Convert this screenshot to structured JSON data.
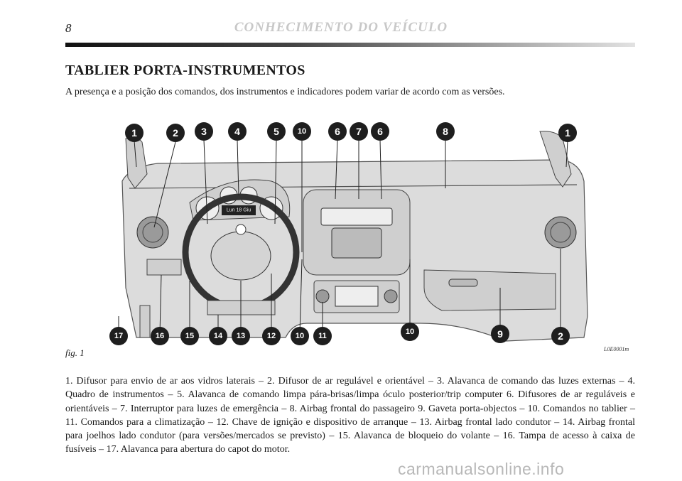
{
  "header": {
    "page_number": "8",
    "running_head": "CONHECIMENTO DO VEÍCULO"
  },
  "section": {
    "title": "TABLIER PORTA-INSTRUMENTOS",
    "intro": "A presença e a posição dos comandos, dos instrumentos e indicadores podem variar de acordo com as versões."
  },
  "figure": {
    "caption": "fig. 1",
    "code": "L0E0001m",
    "display_text": "Lun 18 Giu",
    "callouts_top": [
      "1",
      "2",
      "3",
      "4",
      "5",
      "10",
      "6",
      "7",
      "6",
      "8",
      "1"
    ],
    "callouts_bottom": [
      "17",
      "16",
      "15",
      "14",
      "13",
      "12",
      "10",
      "11",
      "10",
      "9",
      "2"
    ]
  },
  "legend": [
    "1. Difusor para envio de ar aos vidros laterais – ",
    "2. Difusor de ar regulável e orientável – ",
    "3. Alavanca de comando das luzes externas – ",
    "4. Quadro de instrumentos – ",
    "5. Alavanca de comando limpa pára-brisas/limpa óculo posterior/trip computer ",
    "6. Difusores de ar reguláveis e orientáveis – ",
    "7. Interruptor para luzes de emergência – ",
    "8. Airbag frontal do passageiro ",
    "9. Gaveta porta-objectos – ",
    "10. Comandos no tablier – ",
    "11. Comandos para a climatização – ",
    "12. Chave de ignição e dispositivo de arranque – ",
    "13. Airbag frontal lado condutor – ",
    "14. Airbag frontal para joelhos lado condutor (para versões/mercados se previsto) – ",
    "15. Alavanca de bloqueio do volante – ",
    "16. Tampa de acesso à caixa de fusíveis – ",
    "17. Alavanca para abertura do capot do motor."
  ],
  "watermark": "carmanualsonline.info"
}
